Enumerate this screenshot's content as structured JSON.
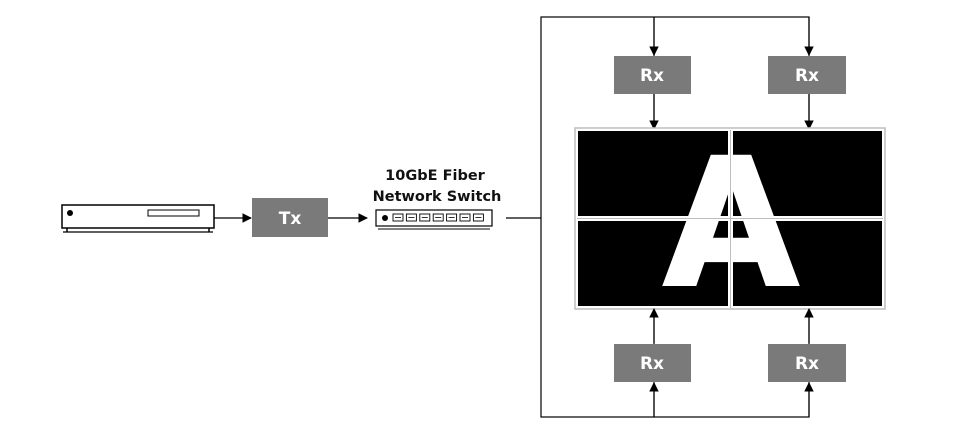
{
  "nodes": {
    "tx": {
      "label": "Tx"
    },
    "rx_top_left": {
      "label": "Rx"
    },
    "rx_top_right": {
      "label": "Rx"
    },
    "rx_bottom_left": {
      "label": "Rx"
    },
    "rx_bottom_right": {
      "label": "Rx"
    }
  },
  "switch": {
    "label_line1": "10GbE Fiber",
    "label_line2": "Network Switch"
  },
  "video_wall": {
    "letter": "A"
  },
  "colors": {
    "box": "#7a7a7a",
    "screen": "#000000",
    "line": "#000000"
  },
  "icons": {
    "source_device": "media-player-icon",
    "switch": "network-switch-icon"
  }
}
